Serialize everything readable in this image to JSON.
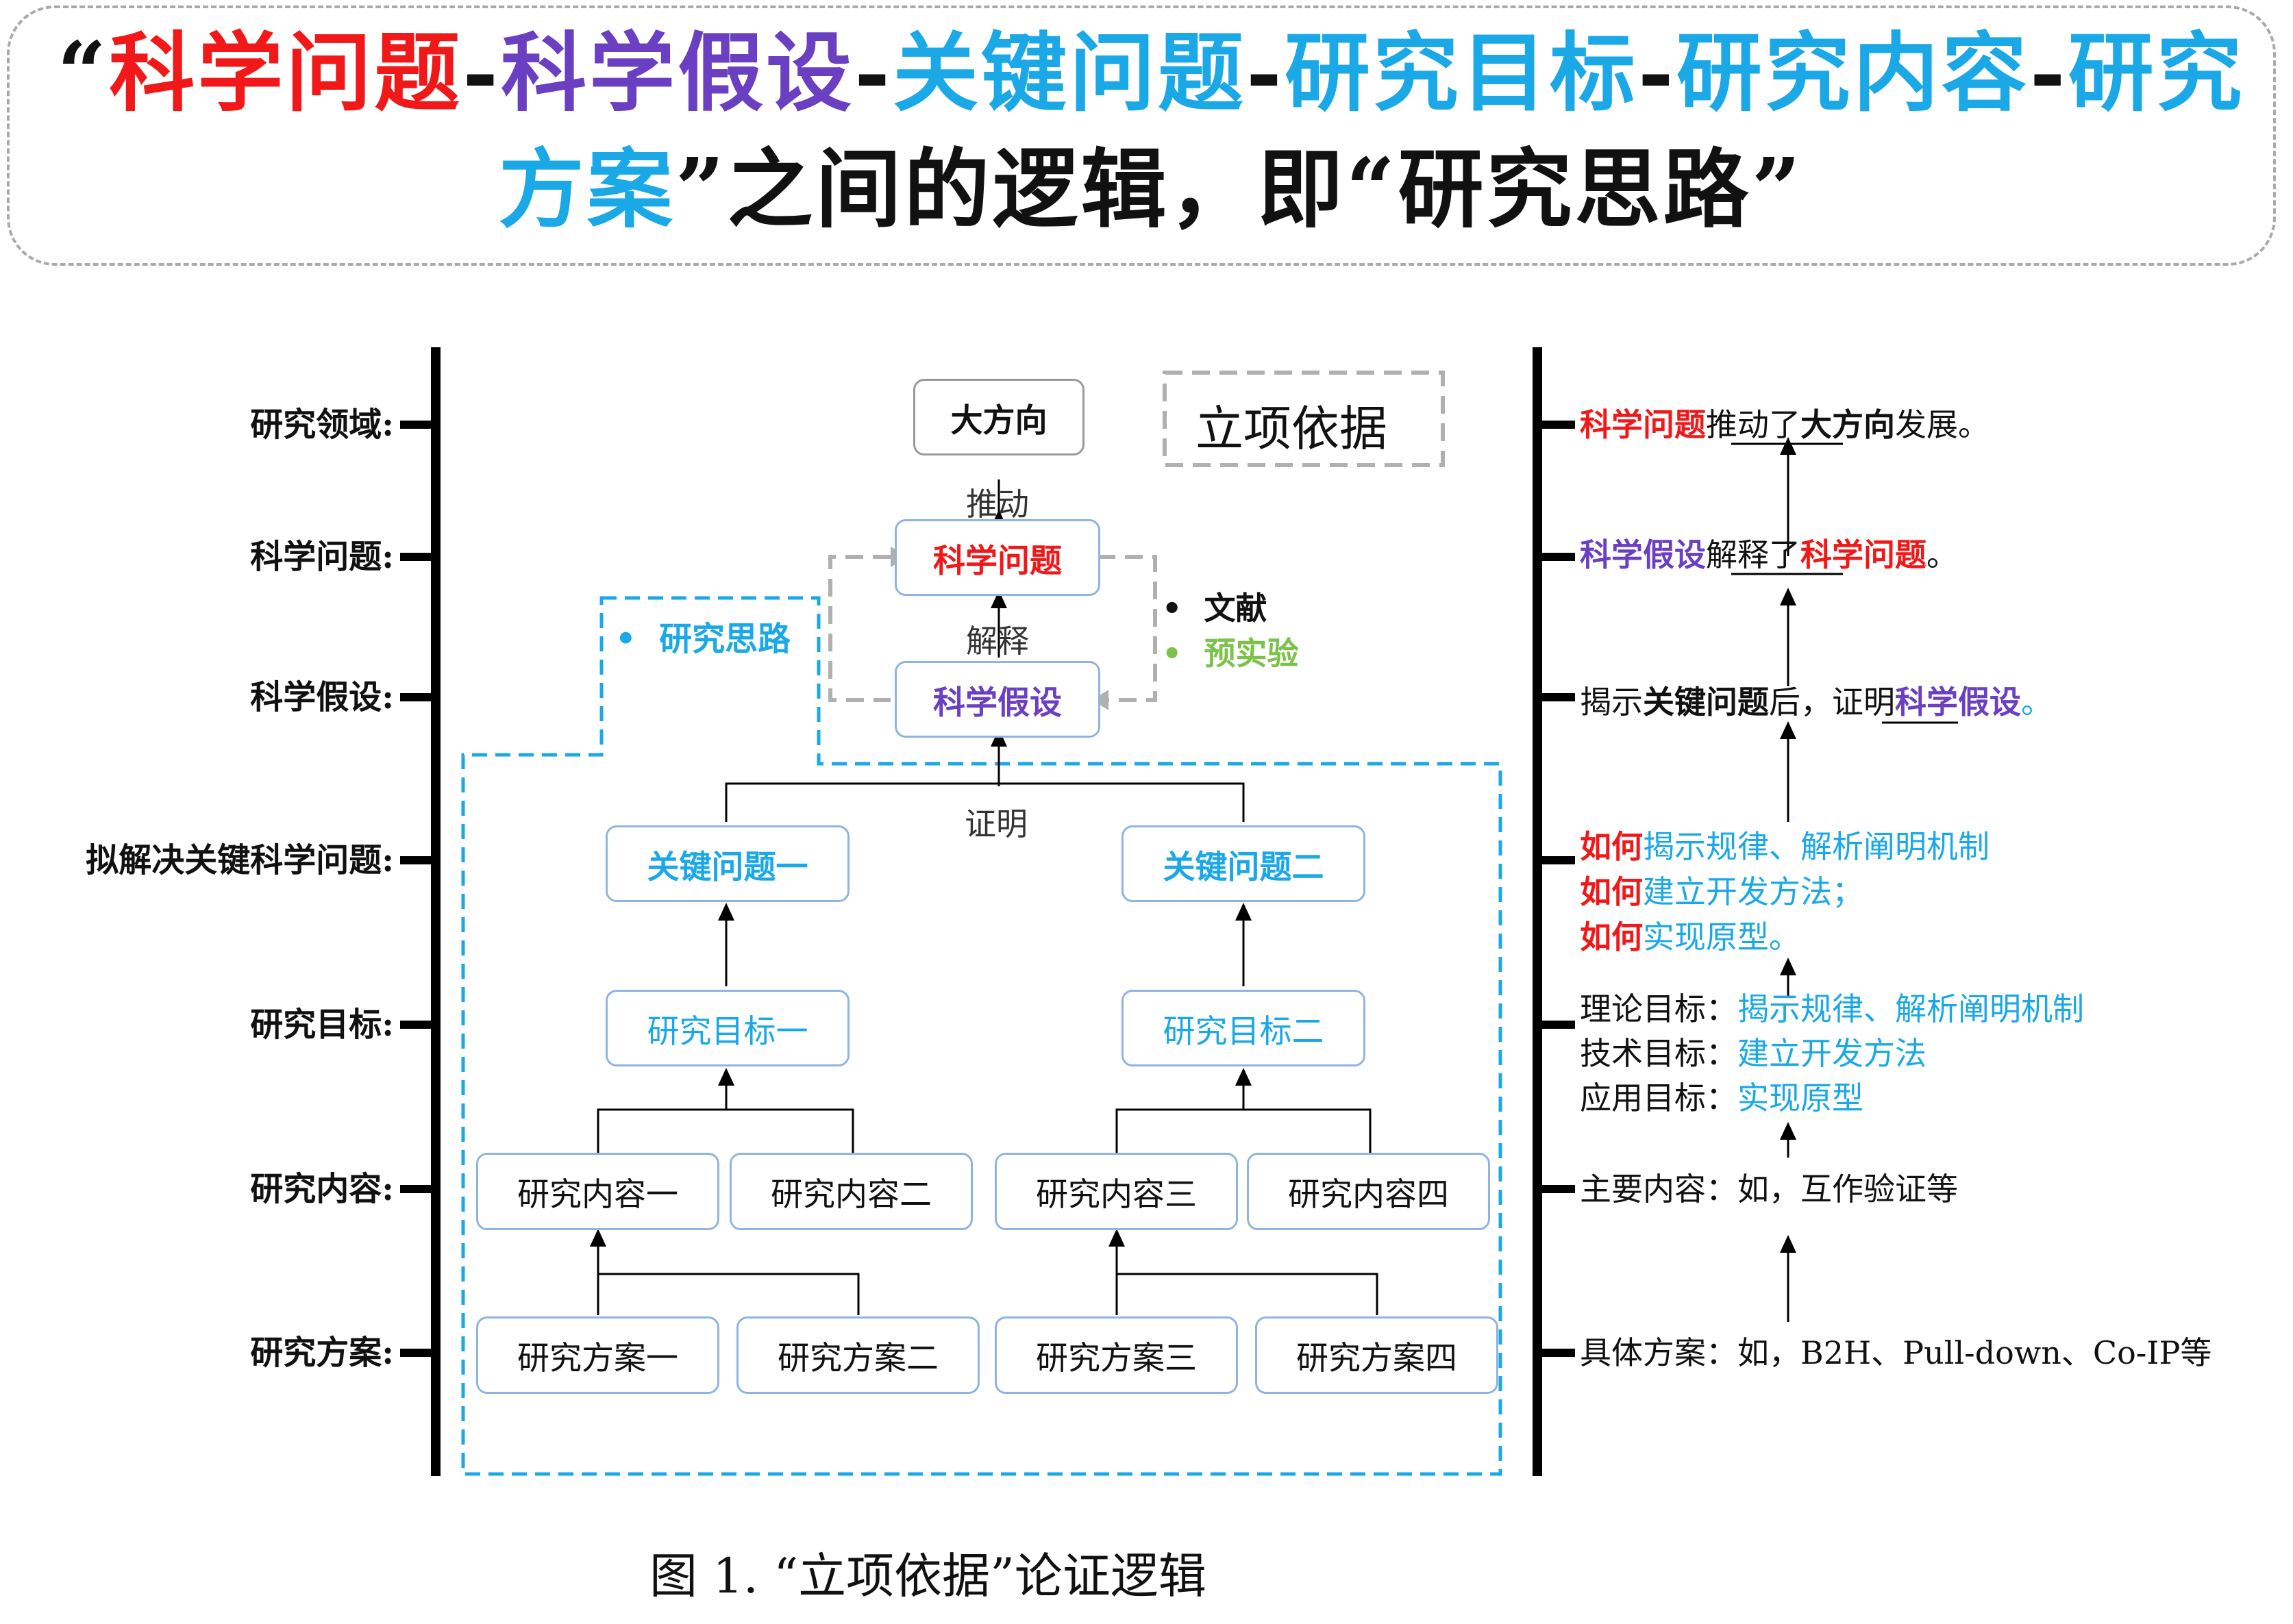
{
  "title": {
    "q_open": "“",
    "p1": "科学问题",
    "d1": "-",
    "p2": "科学假设",
    "d2": "-",
    "p3": "关键问题",
    "d3": "-",
    "p4": "研究目标",
    "d4": "-",
    "p5": "研究内容",
    "d5": "-",
    "p6": "研究方案",
    "rest1": "”之间的逻辑，即",
    "rest2": "“研究思路”"
  },
  "left_labels": [
    "研究领域:",
    "科学问题:",
    "科学假设:",
    "拟解决关键科学问题:",
    "研究目标:",
    "研究内容:",
    "研究方案:"
  ],
  "center": {
    "direction": "大方向",
    "basis": "立项依据",
    "push": "推动",
    "sci_problem": "科学问题",
    "explain": "解释",
    "hypothesis": "科学假设",
    "prove": "证明",
    "thought_bullet": "•",
    "thought": "研究思路",
    "lit_bullet": "•",
    "literature": "文献",
    "pre_bullet": "•",
    "pre_experiment": "预实验",
    "key1": "关键问题一",
    "key2": "关键问题二",
    "goal1": "研究目标一",
    "goal2": "研究目标二",
    "contents": [
      "研究内容一",
      "研究内容二",
      "研究内容三",
      "研究内容四"
    ],
    "plans": [
      "研究方案一",
      "研究方案二",
      "研究方案三",
      "研究方案四"
    ]
  },
  "right": {
    "r1": {
      "a": "科学问题",
      "b": "推动了",
      "c": "大方向",
      "d": "发展。"
    },
    "r2": {
      "a": "科学假设",
      "b": "解释了",
      "c": "科学问题",
      "d": "。"
    },
    "r3": {
      "a": "揭示",
      "b": "关键问题",
      "c": "后，",
      "d": "证明",
      "e": "科学假设",
      "f": "。"
    },
    "r4": [
      {
        "how": "如何",
        "text": "揭示规律、解析阐明机制"
      },
      {
        "how": "如何",
        "text": "建立开发方法；"
      },
      {
        "how": "如何",
        "text": "实现原型。"
      }
    ],
    "r5": [
      {
        "k": "理论目标：",
        "v": "揭示规律、解析阐明机制"
      },
      {
        "k": "技术目标：",
        "v": "建立开发方法"
      },
      {
        "k": "应用目标：",
        "v": "实现原型"
      }
    ],
    "r6": "主要内容：如，互作验证等",
    "r7": "具体方案：如，B2H、Pull-down、Co-IP等"
  },
  "caption": "图 1. “立项依据”论证逻辑",
  "colors": {
    "red": "#f01818",
    "purple": "#6b3fc2",
    "cyan": "#1ba8e6",
    "green": "#7cc24a",
    "box_border": "#8fb4e3"
  }
}
